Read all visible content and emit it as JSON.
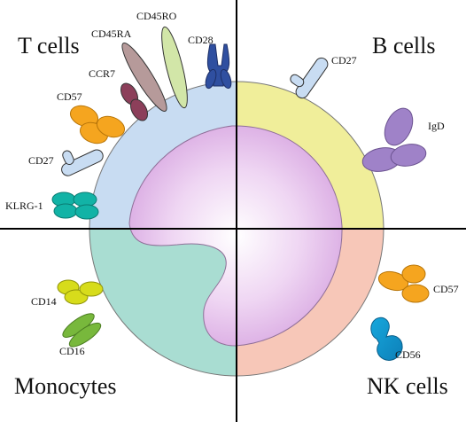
{
  "quadrants": {
    "top_left": "T cells",
    "top_right": "B cells",
    "bottom_left": "Monocytes",
    "bottom_right": "NK cells"
  },
  "markers": {
    "t_cells": [
      "CD45RO",
      "CD45RA",
      "CD28",
      "CCR7",
      "CD57",
      "CD27",
      "KLRG-1"
    ],
    "b_cells": [
      "CD27",
      "IgD"
    ],
    "monocytes": [
      "CD14",
      "CD16"
    ],
    "nk_cells": [
      "CD57",
      "CD56"
    ]
  },
  "colors": {
    "t_cell_region": "#c8dcf2",
    "b_cell_region": "#f0ee9a",
    "monocyte_region": "#a9ddd2",
    "nk_cell_region": "#f7c7b8",
    "nucleus": "#e6c6ec",
    "cd45ro": "#d2e6a8",
    "cd45ra": "#b69a9a",
    "cd28": "#2f4fa0",
    "ccr7": "#8c3f5a",
    "cd57": "#f5a51f",
    "cd27": "#c8dcf2",
    "klrg1": "#12b3a6",
    "igd": "#9f82c8",
    "cd14": "#d7dc1b",
    "cd16": "#78b83c",
    "cd56": "#16a7dc"
  },
  "icons": {
    "cd28": "y-receptor-icon",
    "cd27": "t-receptor-icon",
    "cd57": "triple-lobe-icon",
    "klrg1": "quad-lobe-icon",
    "igd": "triple-lobe-icon",
    "cd14": "triple-lobe-icon",
    "cd16": "split-oval-icon",
    "cd56": "bent-hook-icon"
  }
}
